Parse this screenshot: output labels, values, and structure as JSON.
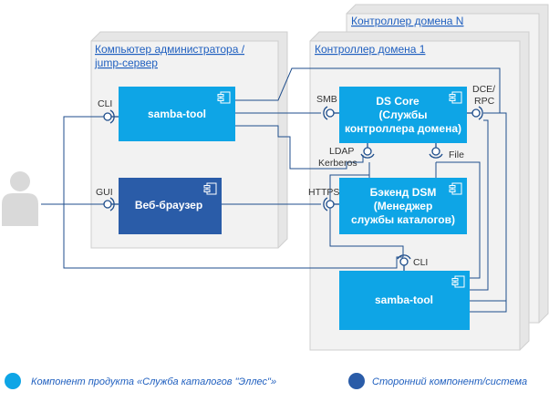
{
  "nodes": {
    "admin_pc": "Компьютер администратора /",
    "admin_pc_line2": "jump-сервер",
    "dc1": "Контроллер домена 1",
    "dcn": "Контроллер домена N"
  },
  "components": {
    "samba_tool_admin": "samba-tool",
    "web_browser": "Веб-браузер",
    "ds_core_1": "DS Core",
    "ds_core_2": "(Службы",
    "ds_core_3": "контроллера домена)",
    "dsm_1": "Бэкенд DSM",
    "dsm_2": "(Менеджер",
    "dsm_3": "службы каталогов)",
    "samba_tool_dc": "samba-tool"
  },
  "interfaces": {
    "cli_admin": "CLI",
    "gui": "GUI",
    "smb": "SMB",
    "dce_rpc_1": "DCE/",
    "dce_rpc_2": "RPC",
    "ldap": "LDAP",
    "kerberos": "Kerberos",
    "file": "File",
    "https": "HTTPS",
    "cli_dc": "CLI"
  },
  "legend": {
    "product": "Компонент продукта «Служба каталогов \"Эллес\"»",
    "third_party": "Сторонний компонент/система"
  },
  "colors": {
    "product_component": "#0ea5e6",
    "third_party_component": "#2a5ca8",
    "connector": "#1f4e8c",
    "node_fill": "#f2f2f2",
    "node_border": "#cfcfcf"
  }
}
